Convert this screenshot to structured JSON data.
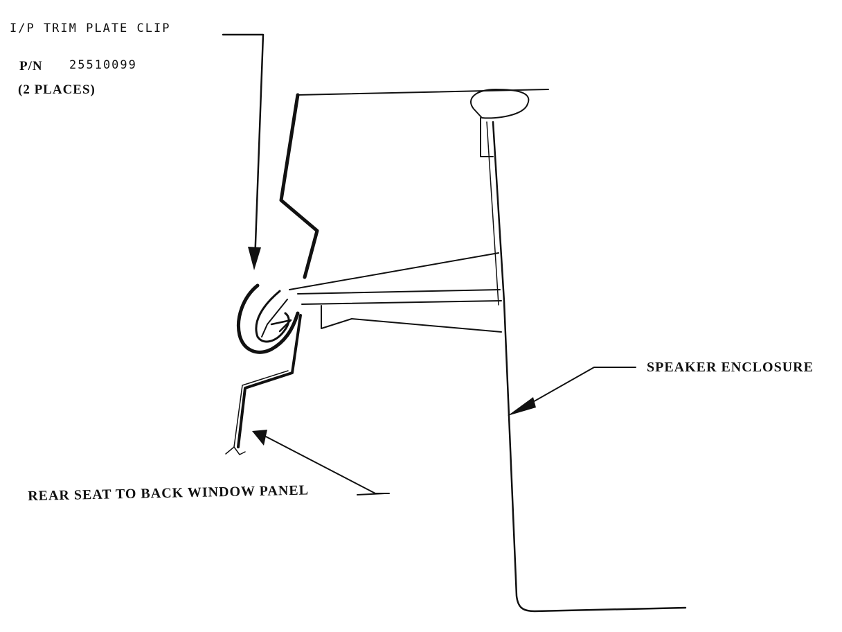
{
  "labels": {
    "clip_name": "I/P TRIM PLATE CLIP",
    "part_prefix": "P/N",
    "part_number": "25510099",
    "quantity": "(2 PLACES)",
    "speaker_enclosure": "SPEAKER ENCLOSURE",
    "rear_panel": "REAR SEAT TO BACK WINDOW PANEL"
  },
  "colors": {
    "ink": "#111111",
    "paper": "#ffffff"
  }
}
